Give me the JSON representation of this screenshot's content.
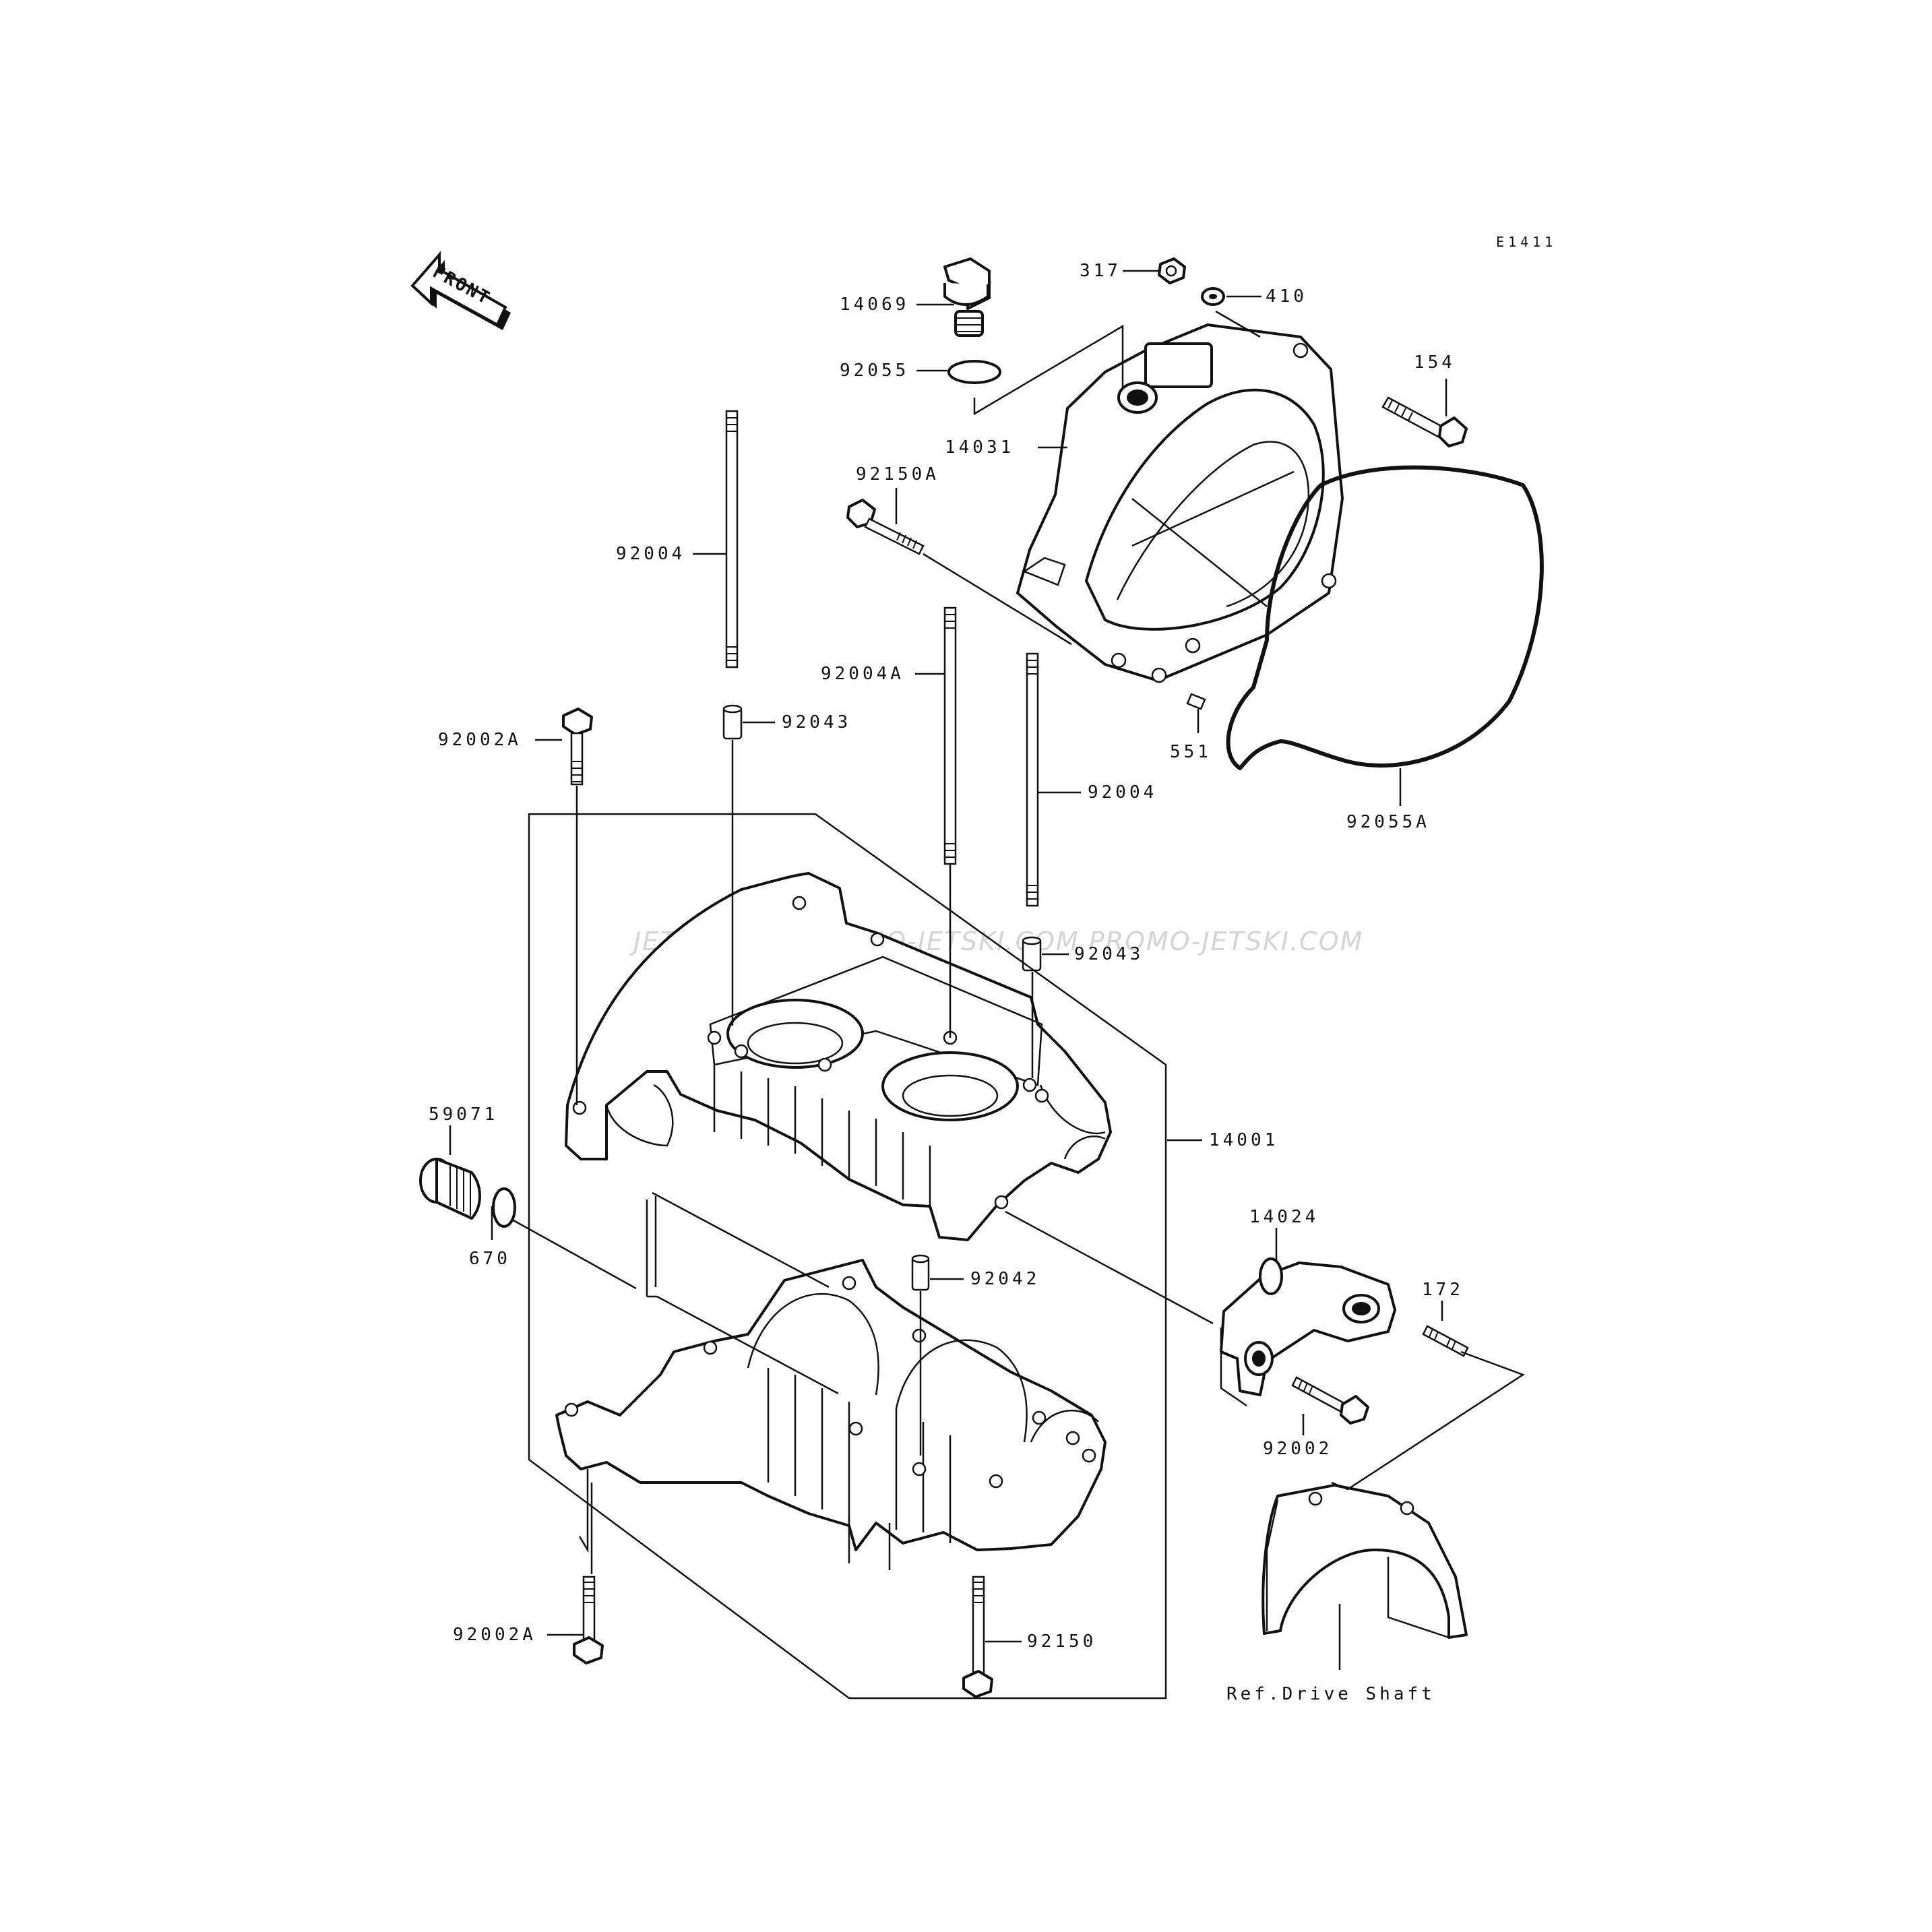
{
  "diagram": {
    "code": "E1411",
    "front_label": "FRONT",
    "watermark": "JETSKI.COM  PROMO-JETSKI.COM  PROMO-JETSKI.COM",
    "ref_label": "Ref.Drive Shaft",
    "labels": {
      "p317": "317",
      "p410": "410",
      "p14069": "14069",
      "p92055": "92055",
      "p154": "154",
      "p14031": "14031",
      "p92150A": "92150A",
      "p92004_top": "92004",
      "p92004A": "92004A",
      "p92043_top": "92043",
      "p92002A_top": "92002A",
      "p551": "551",
      "p92055A": "92055A",
      "p92004_mid": "92004",
      "p92043_mid": "92043",
      "p14001": "14001",
      "p59071": "59071",
      "p670": "670",
      "p14024": "14024",
      "p172": "172",
      "p92042": "92042",
      "p92002": "92002",
      "p92002A_bot": "92002A",
      "p92150": "92150"
    }
  }
}
